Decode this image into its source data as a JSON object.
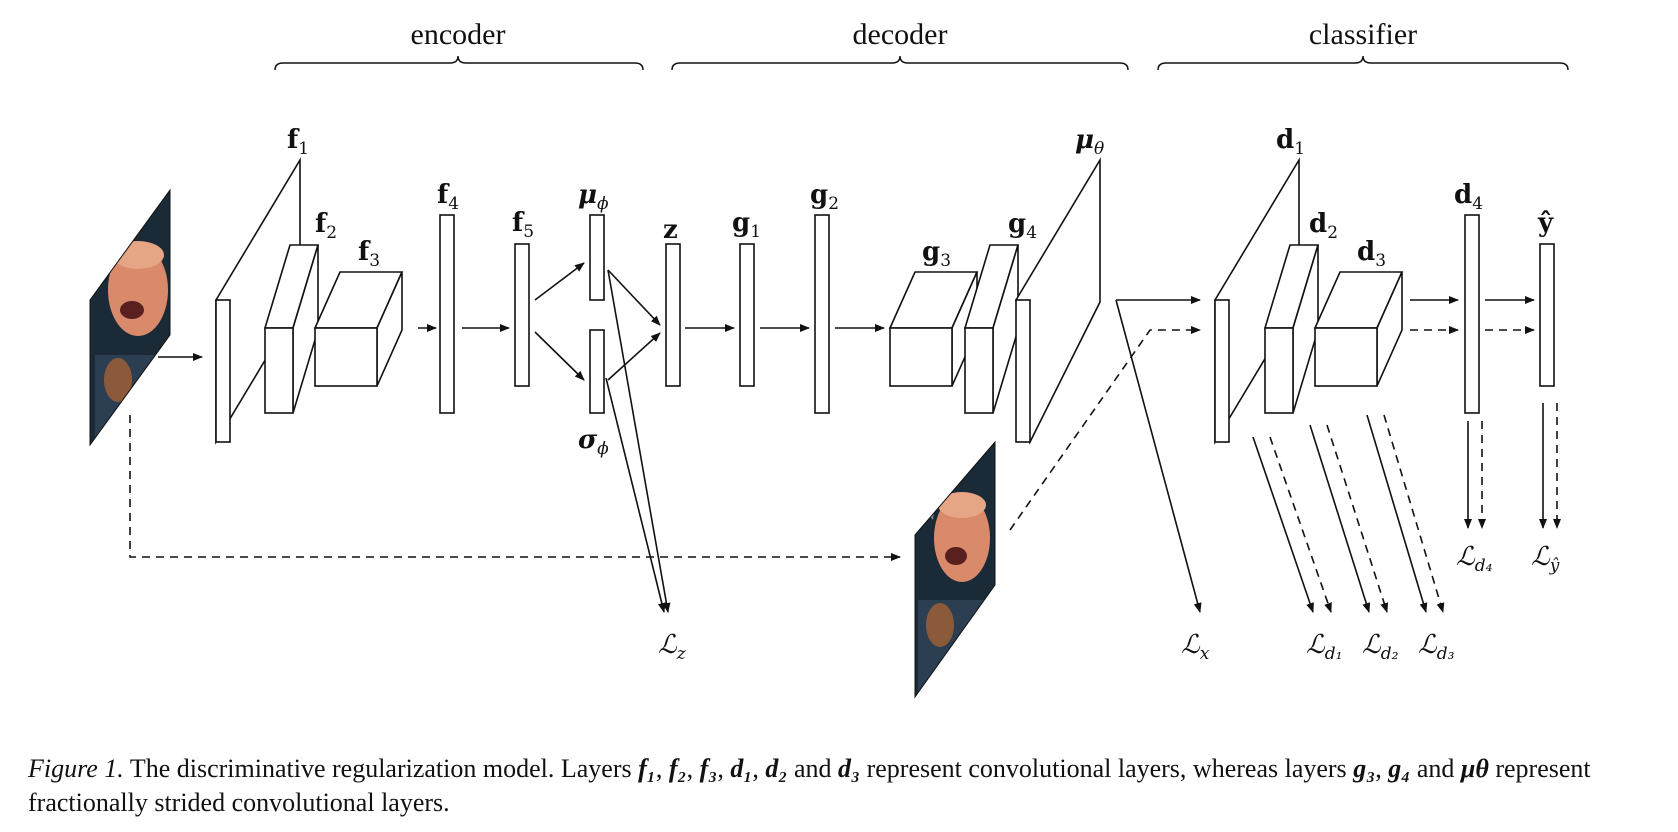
{
  "sections": {
    "encoder": "encoder",
    "decoder": "decoder",
    "classifier": "classifier"
  },
  "layers": {
    "f1": {
      "base": "f",
      "sub": "1"
    },
    "f2": {
      "base": "f",
      "sub": "2"
    },
    "f3": {
      "base": "f",
      "sub": "3"
    },
    "f4": {
      "base": "f",
      "sub": "4"
    },
    "f5": {
      "base": "f",
      "sub": "5"
    },
    "mu_phi": {
      "base": "μ",
      "sub": "ϕ"
    },
    "sigma_phi": {
      "base": "σ",
      "sub": "ϕ"
    },
    "z": {
      "base": "z",
      "sub": ""
    },
    "g1": {
      "base": "g",
      "sub": "1"
    },
    "g2": {
      "base": "g",
      "sub": "2"
    },
    "g3": {
      "base": "g",
      "sub": "3"
    },
    "g4": {
      "base": "g",
      "sub": "4"
    },
    "mu_theta": {
      "base": "μ",
      "sub": "θ"
    },
    "d1": {
      "base": "d",
      "sub": "1"
    },
    "d2": {
      "base": "d",
      "sub": "2"
    },
    "d3": {
      "base": "d",
      "sub": "3"
    },
    "d4": {
      "base": "d",
      "sub": "4"
    },
    "y_hat": {
      "base": "ŷ",
      "sub": ""
    }
  },
  "losses": {
    "Lz": {
      "base": "ℒ",
      "sub": "z"
    },
    "Lx": {
      "base": "ℒ",
      "sub": "x"
    },
    "Ld1": {
      "base": "ℒ",
      "sub": "d₁"
    },
    "Ld2": {
      "base": "ℒ",
      "sub": "d₂"
    },
    "Ld3": {
      "base": "ℒ",
      "sub": "d₃"
    },
    "Ld4": {
      "base": "ℒ",
      "sub": "d₄"
    },
    "Lyhat": {
      "base": "ℒ",
      "sub": "ŷ"
    }
  },
  "caption": {
    "figure_label": "Figure 1.",
    "text_1": " The discriminative regularization model. Layers ",
    "f1": "f₁",
    "sep1": ", ",
    "f2": "f₂",
    "sep2": ", ",
    "f3": "f₃",
    "sep3": ", ",
    "d1": "d₁",
    "sep4": ", ",
    "d2": "d₂",
    "and1": " and ",
    "d3": "d₃",
    "text_2": " represent convolutional layers, whereas layers ",
    "g3": "g₃",
    "sep5": ", ",
    "g4": "g₄",
    "and2": " and ",
    "mu_theta": "μθ",
    "text_3": " represent fractionally strided convolutional layers."
  },
  "colors": {
    "stroke": "#111111",
    "background": "#ffffff",
    "photo_background": "#1a2a36",
    "photo_skin": "#d98a6a"
  }
}
